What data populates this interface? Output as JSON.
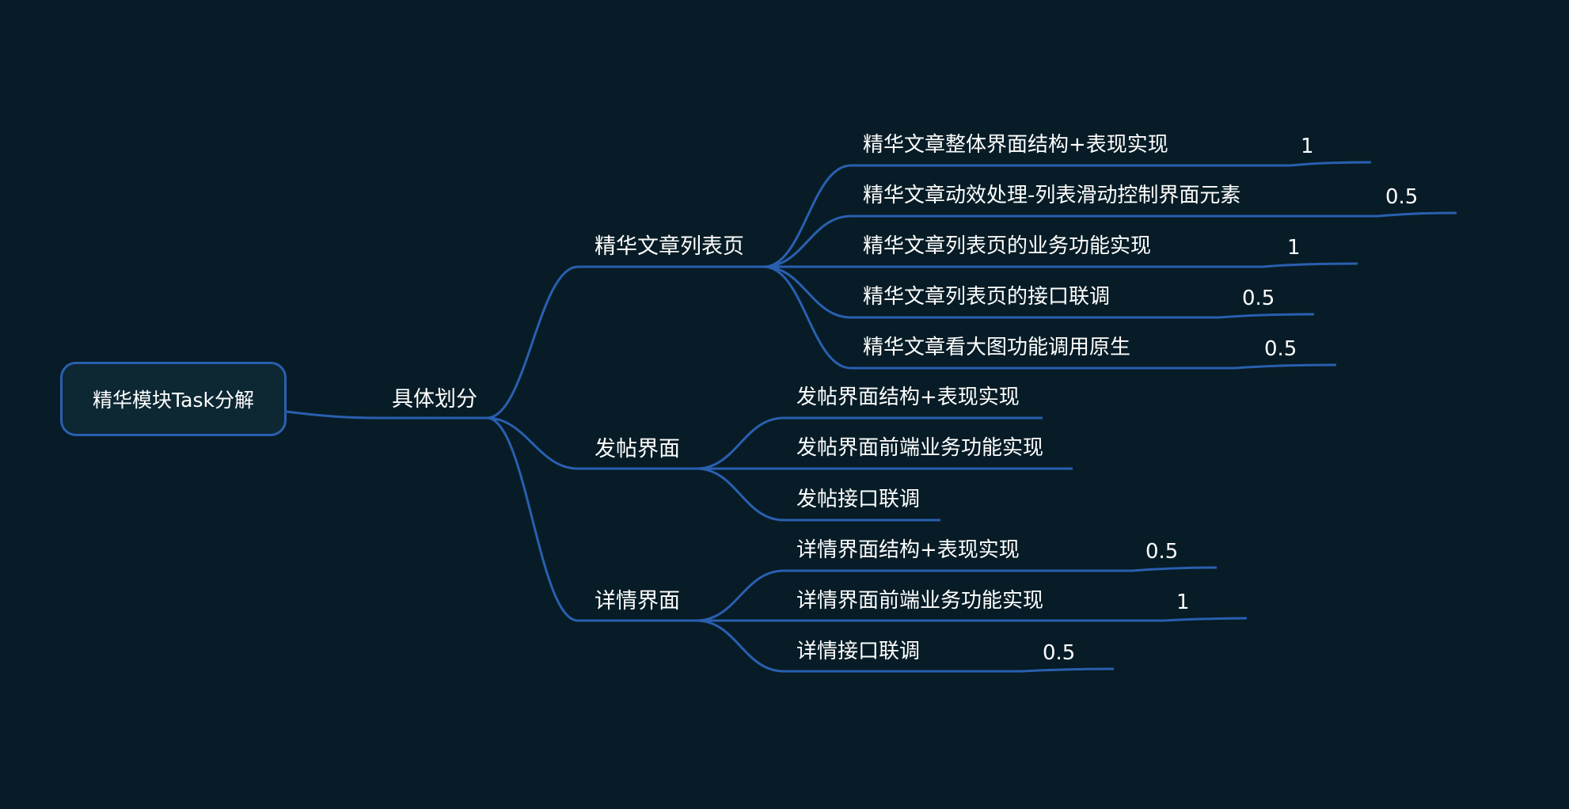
{
  "root": {
    "label": "精华模块Task分解"
  },
  "level1": {
    "label": "具体划分"
  },
  "groups": [
    {
      "label": "精华文章列表页",
      "tasks": [
        {
          "label": "精华文章整体界面结构+表现实现",
          "estimate": "1"
        },
        {
          "label": "精华文章动效处理-列表滑动控制界面元素",
          "estimate": "0.5"
        },
        {
          "label": "精华文章列表页的业务功能实现",
          "estimate": "1"
        },
        {
          "label": "精华文章列表页的接口联调",
          "estimate": "0.5"
        },
        {
          "label": "精华文章看大图功能调用原生",
          "estimate": "0.5"
        }
      ]
    },
    {
      "label": "发帖界面",
      "tasks": [
        {
          "label": "发帖界面结构+表现实现",
          "estimate": ""
        },
        {
          "label": "发帖界面前端业务功能实现",
          "estimate": ""
        },
        {
          "label": "发帖接口联调",
          "estimate": ""
        }
      ]
    },
    {
      "label": "详情界面",
      "tasks": [
        {
          "label": "详情界面结构+表现实现",
          "estimate": "0.5"
        },
        {
          "label": "详情界面前端业务功能实现",
          "estimate": "1"
        },
        {
          "label": "详情接口联调",
          "estimate": "0.5"
        }
      ]
    }
  ],
  "colors": {
    "background": "#071c26",
    "line": "#2a5fb0",
    "text": "#ffffff"
  }
}
